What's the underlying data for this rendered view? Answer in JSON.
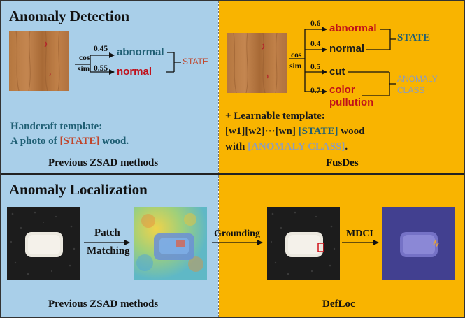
{
  "top_left": {
    "title": "Anomaly Detection",
    "cos": "cos",
    "sim": "sim",
    "score_abnormal": "0.45",
    "score_normal": "0.55",
    "label_abnormal": "abnormal",
    "label_normal": "normal",
    "state": "STATE",
    "template_heading": "Handcraft template:",
    "template_prefix": "A photo of ",
    "template_state": "[STATE]",
    "template_suffix": " wood.",
    "caption": "Previous ZSAD methods"
  },
  "top_right": {
    "cos": "cos",
    "sim": "sim",
    "score_abnormal": "0.6",
    "score_normal": "0.4",
    "score_cut": "0.5",
    "score_color": "0.7",
    "label_abnormal": "abnormal",
    "label_normal": "normal",
    "label_cut": "cut",
    "label_color_1": "color",
    "label_color_2": "pullution",
    "state": "STATE",
    "anomaly_class_1": "ANOMALY",
    "anomaly_class_2": "CLASS",
    "template_heading": "+ Learnable template:",
    "template_line2_prefix": "[w1][w2]···[wn] ",
    "template_line2_state": "[STATE]",
    "template_line2_suffix": " wood",
    "template_line3_prefix": "with ",
    "template_line3_class": "[ANOMALY CLASS]",
    "template_line3_suffix": ".",
    "caption": "FusDes"
  },
  "bottom_left": {
    "title": "Anomaly Localization",
    "patch_1": "Patch",
    "patch_2": "Matching",
    "caption": "Previous ZSAD methods"
  },
  "bottom_right": {
    "grounding": "Grounding",
    "mdci": "MDCI",
    "caption": "DefLoc"
  },
  "colors": {
    "blue_panel": "#a9cfe9",
    "orange_panel": "#f9b400",
    "red_text": "#c0101a",
    "teal_text": "#1f5f74",
    "grayblue_text": "#8f9db8"
  }
}
